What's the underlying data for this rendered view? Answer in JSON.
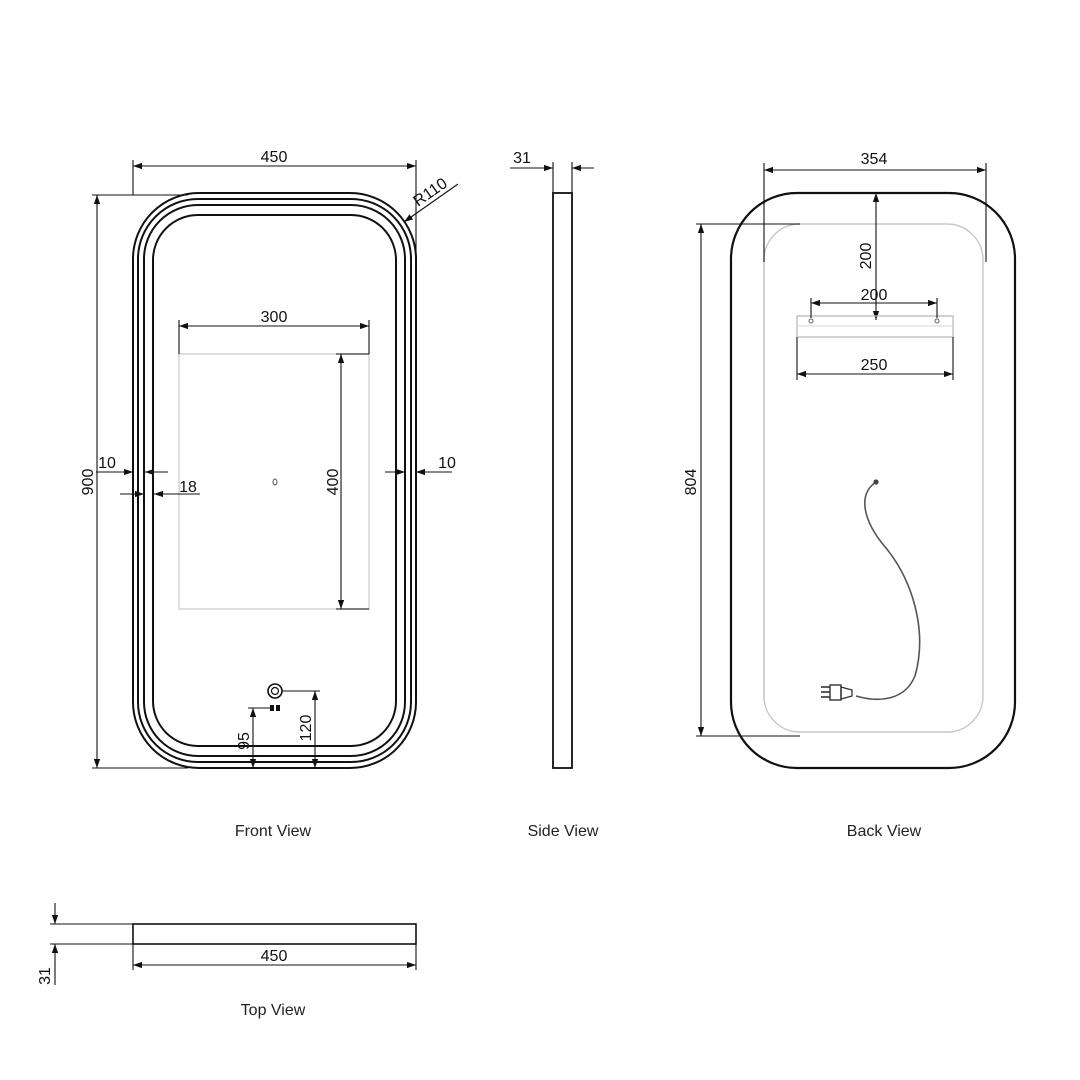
{
  "views": {
    "front": {
      "caption": "Front View",
      "dims": {
        "width": "450",
        "height": "900",
        "radius": "R110",
        "screen_width": "300",
        "screen_height": "400",
        "left_gap": "10",
        "right_gap": "10",
        "inset": "18",
        "switch_95": "95",
        "switch_120": "120"
      }
    },
    "side": {
      "caption": "Side View",
      "dims": {
        "depth": "31"
      }
    },
    "back": {
      "caption": "Back View",
      "dims": {
        "width": "354",
        "height": "804",
        "top_offset": "200",
        "bracket_holes": "200",
        "bracket_width": "250"
      }
    },
    "top": {
      "caption": "Top View",
      "dims": {
        "width": "450",
        "depth": "31"
      }
    }
  }
}
